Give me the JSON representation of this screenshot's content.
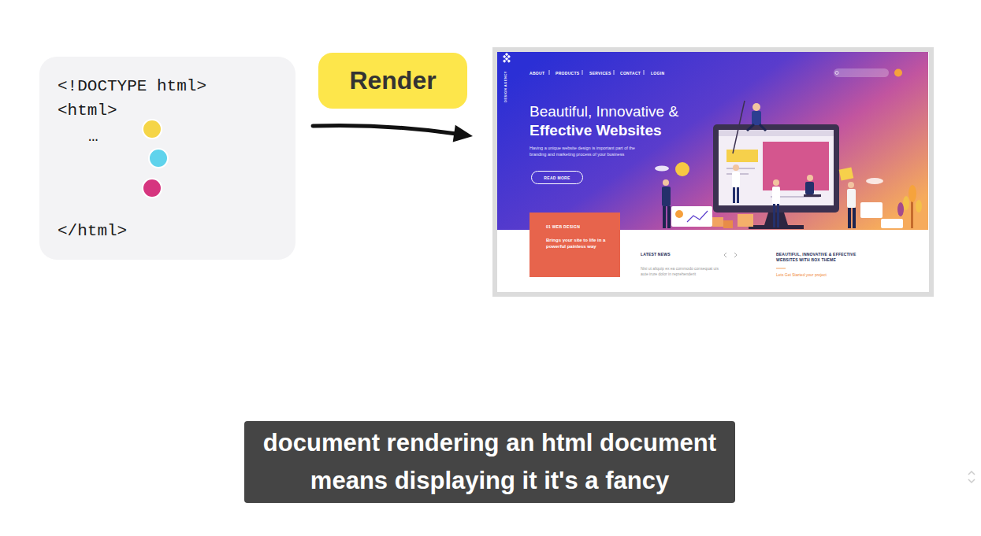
{
  "diagram": {
    "caption": "document rendering an html document means displaying it it's a fancy",
    "nodes": [
      {
        "text": [
          "<!DOCTYPE html>",
          "<html>",
          "…",
          "</html>"
        ]
      },
      {
        "text": [
          "DESIGN AGENCY",
          "ABOUT",
          "PRODUCTS",
          "SERVICES",
          "CONTACT",
          "LOGIN",
          "Beautiful, Innovative &",
          "Effective Websites",
          "Having a unique website design is important part of the branding and marketing process of your business",
          "LATEST NEWS",
          "Nisi ut aliquip ex ea commodo consequat uis aute irure dolor in reprehenderit",
          "BEAUTIFUL, INNOVATIVE & EFFECTIVE WEBSITES WITH BOX THEME",
          "Lets Get Started your project"
        ]
      },
      {
        "text": [
          "READ MORE"
        ],
        "in": 1
      },
      {
        "text": [
          "01 WEB DESIGN",
          "Brings your site to life in a powerful painless way"
        ],
        "in": 1
      }
    ],
    "edges": [
      {
        "from": 0,
        "to": 1,
        "arrow": "to",
        "label": "Render"
      }
    ]
  }
}
